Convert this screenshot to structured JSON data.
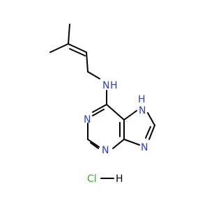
{
  "atoms": {
    "amine_n": "N",
    "amine_h": "H",
    "ring_n1": "N",
    "ring_n3": "N",
    "ring_n7_label": "H",
    "ring_n7": "N",
    "ring_n9": "N",
    "salt_cl": "Cl",
    "salt_h": "H"
  },
  "colors": {
    "nitrogen": "#2f3cd6",
    "chlorine": "#33b233",
    "carbon_bond": "#000000"
  }
}
